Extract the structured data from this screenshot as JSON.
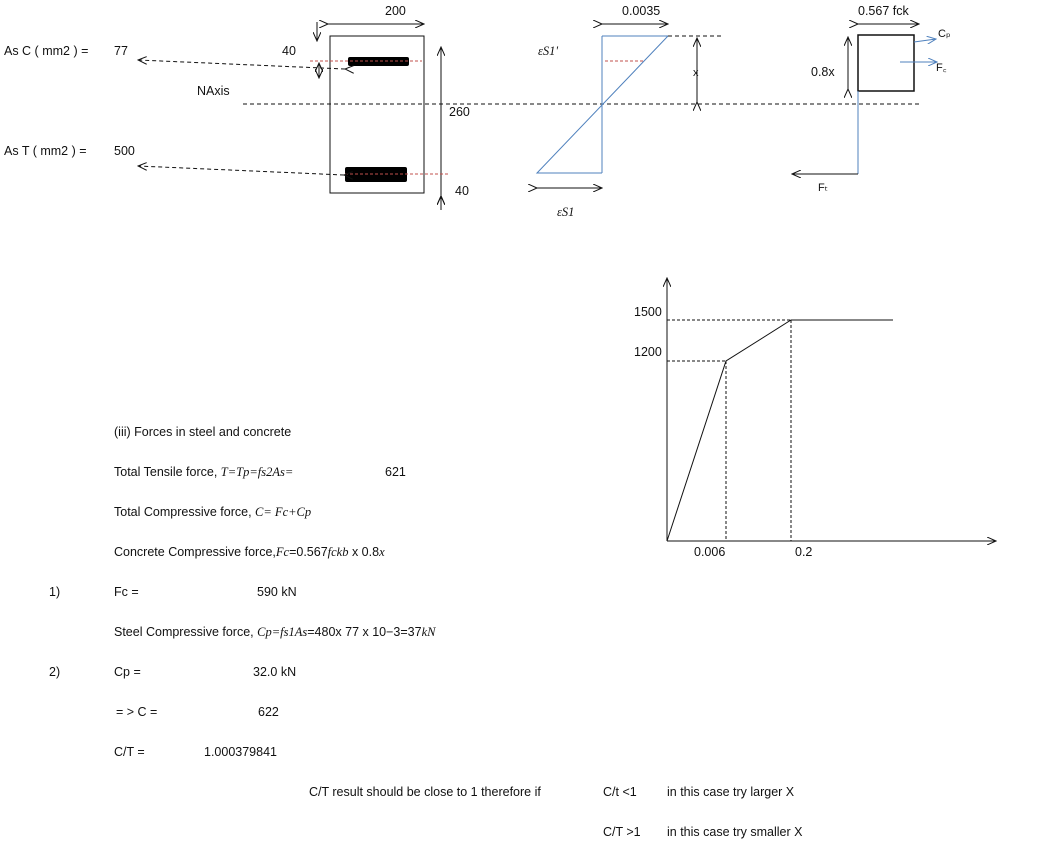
{
  "inputs": {
    "asc_label": "As C ( mm2 ) =",
    "asc_value": "77",
    "ast_label": "As T ( mm2 ) =",
    "ast_value": "500",
    "naxis_label": "NAxis"
  },
  "section": {
    "width": "200",
    "depth": "260",
    "cover_top": "40",
    "cover_bottom": "40"
  },
  "strain": {
    "concrete_strain": "0.0035",
    "x_label": "x",
    "top_label": "εS1'",
    "bottom_label": "εS1"
  },
  "stress": {
    "top_label": "0.567 fck",
    "depth_label": "0.8x",
    "cp_label": "Cₚ",
    "fc_label": "F꜀",
    "ft_label": "Fₜ"
  },
  "curve": {
    "y_tick_1500": "1500",
    "y_tick_1200": "1200",
    "x_tick_1": "0.006",
    "x_tick_2": "0.2"
  },
  "calc": {
    "heading": "(iii) Forces in steel and concrete",
    "tensile_label": "Total Tensile force, ",
    "tensile_formula": "T=Tp=fs2As=",
    "tensile_value": "621",
    "compressive_label": "Total Compressive force, ",
    "compressive_formula": "C= Fc+Cp",
    "concrete_label": "Concrete Compressive force,",
    "concrete_formula_a": "Fc",
    "concrete_formula_b": "=0.567",
    "concrete_formula_c": "fckb",
    "concrete_formula_d": " x 0.8",
    "concrete_formula_e": "x",
    "step1_num": "1)",
    "fc_label": "Fc =",
    "fc_value": "590",
    "fc_unit": "kN",
    "steel_label": "Steel Compressive force, ",
    "steel_formula_a": "Cp=fs1As",
    "steel_formula_b": "=480x 77 x 10−3=37",
    "steel_formula_c": "kN",
    "step2_num": "2)",
    "cp_label": "Cp =",
    "cp_value": "32.0",
    "cp_unit": "kN",
    "c_label": "= > C =",
    "c_value": "622",
    "ct_label": "C/T =",
    "ct_value": "1.000379841",
    "note": "C/T result should be close to 1 therefore if",
    "cond1": "C/t <1",
    "cond1_text": "in this case try larger X",
    "cond2": "C/T >1",
    "cond2_text": "in this case try smaller X"
  },
  "colors": {
    "strain_line": "#4f81bd",
    "rebar_dash": "#c0504d",
    "ink": "#111111"
  }
}
